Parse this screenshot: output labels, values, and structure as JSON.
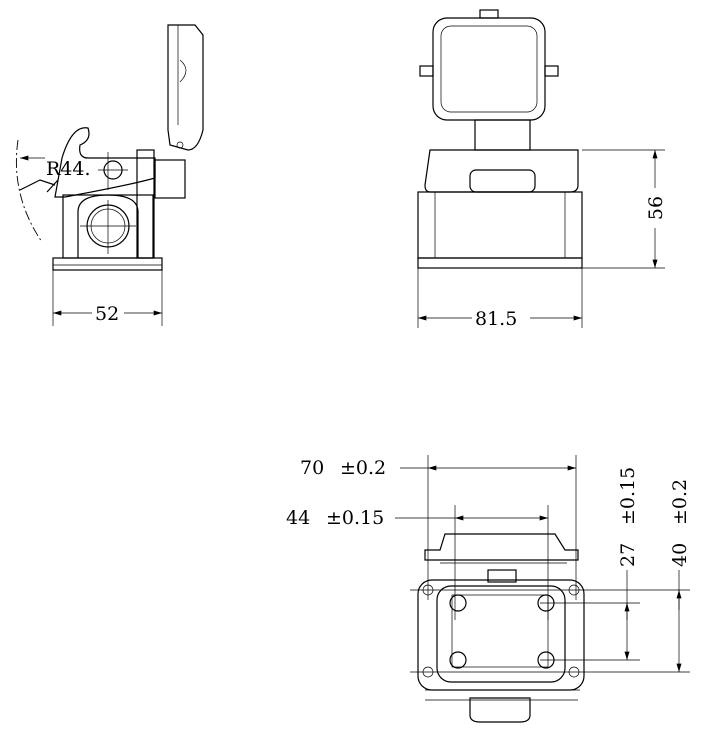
{
  "side_view": {
    "width_dim": "52",
    "radius_label": "R44."
  },
  "front_view": {
    "width_dim": "81.5",
    "height_dim": "56"
  },
  "bottom_view": {
    "outer_width": {
      "value": "70",
      "tolerance": "±0.2"
    },
    "inner_width": {
      "value": "44",
      "tolerance": "±0.15"
    },
    "inner_height": {
      "value": "27",
      "tolerance": "±0.15"
    },
    "outer_height": {
      "value": "40",
      "tolerance": "±0.2"
    }
  }
}
